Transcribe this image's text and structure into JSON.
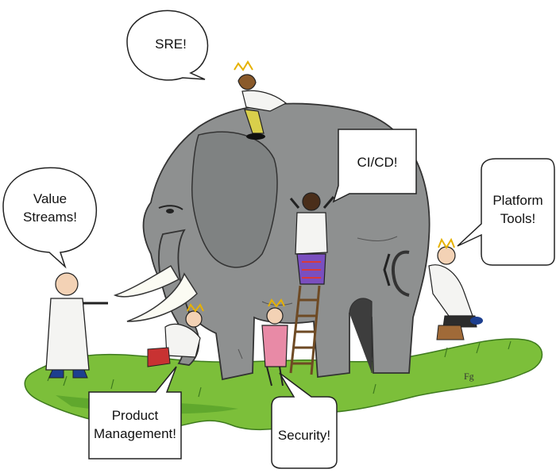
{
  "bubbles": {
    "sre": "SRE!",
    "cicd": "CI/CD!",
    "value_streams": "Value\nStreams!",
    "platform_tools": "Platform\nTools!",
    "product_management": "Product\nManagement!",
    "security": "Security!"
  },
  "illustration": {
    "subject": "elephant",
    "signature": "Fg"
  },
  "colors": {
    "elephant": "#8e9090",
    "elephant_shade": "#6f7272",
    "grass": "#7cbf3a",
    "grass_dark": "#4f9a25",
    "coat": "#f4f4f2",
    "jacket_pink": "#e88aa6",
    "ladder": "#9a6a3c"
  }
}
